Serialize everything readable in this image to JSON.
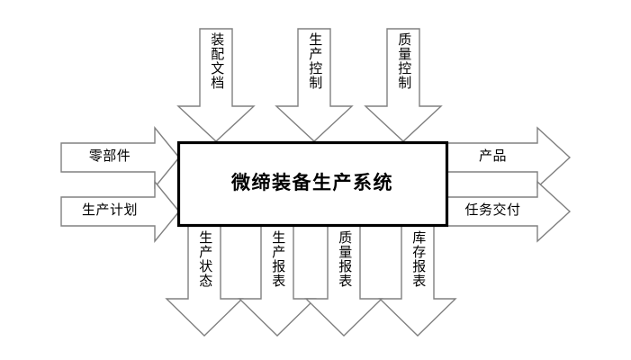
{
  "diagram": {
    "type": "idef0-process-diagram",
    "system": {
      "title": "微缔装备生产系统"
    },
    "inputs": [
      {
        "label": "零部件"
      },
      {
        "label": "生产计划"
      }
    ],
    "controls": [
      {
        "label": "装配文档"
      },
      {
        "label": "生产控制"
      },
      {
        "label": "质量控制"
      }
    ],
    "outputs": [
      {
        "label": "产品"
      },
      {
        "label": "任务交付"
      }
    ],
    "mechanisms": [
      {
        "label": "生产状态"
      },
      {
        "label": "生产报表"
      },
      {
        "label": "质量报表"
      },
      {
        "label": "库存报表"
      }
    ],
    "colors": {
      "background": "#ffffff",
      "arrow_stroke": "#808080",
      "box_stroke": "#000000",
      "text": "#000000"
    }
  }
}
